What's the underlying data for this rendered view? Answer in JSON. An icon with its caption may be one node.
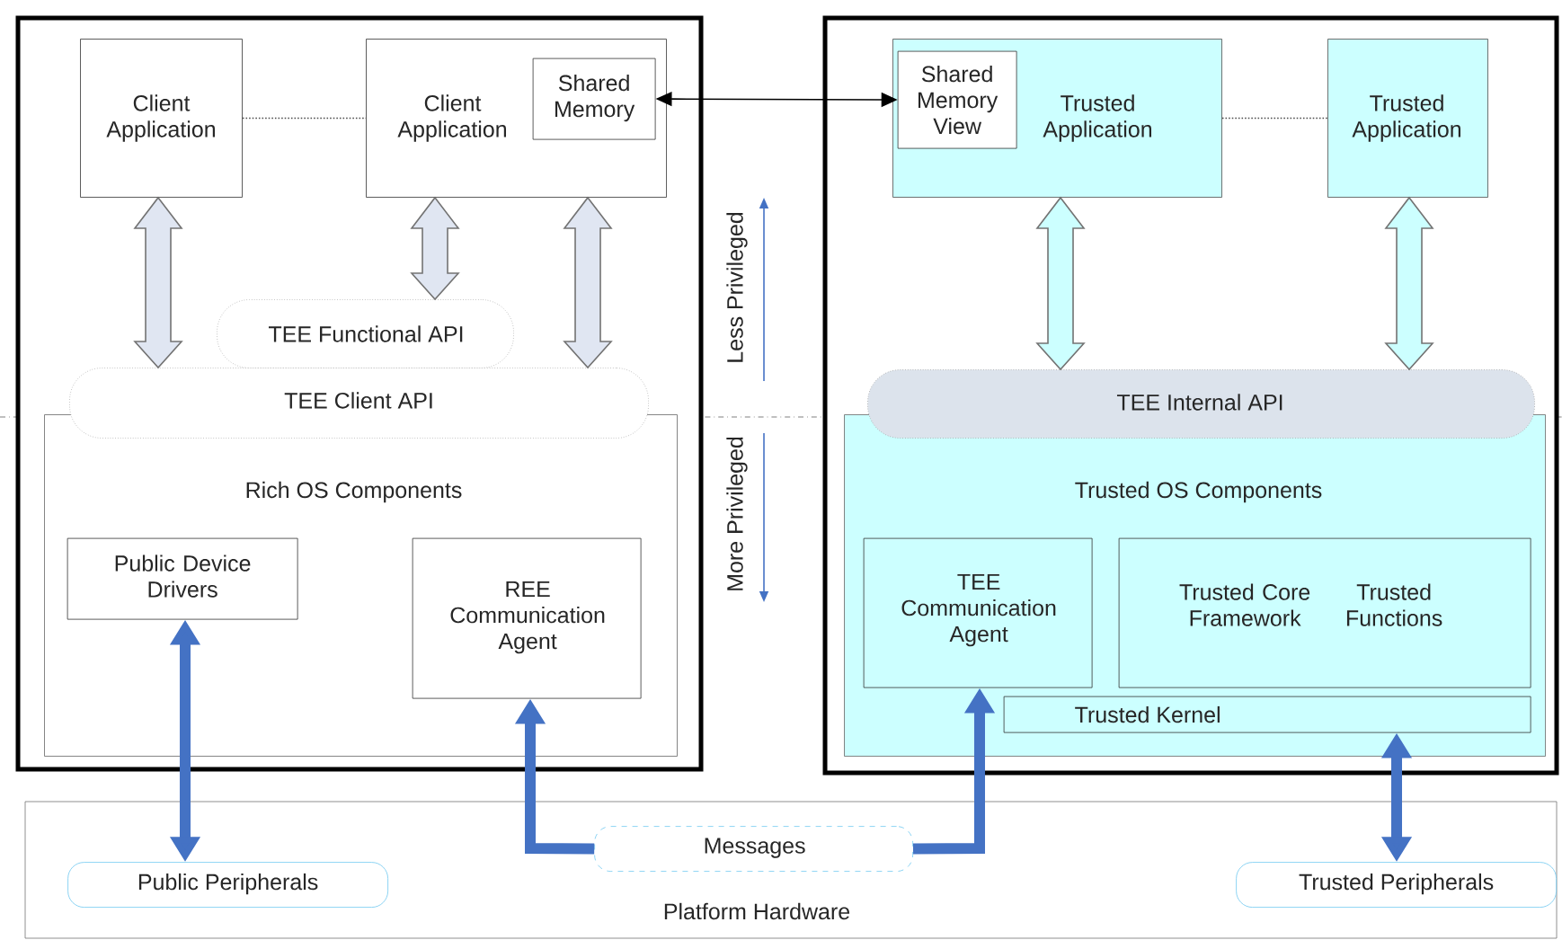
{
  "diagram": {
    "nodes": [
      {
        "text": [],
        "shape": "box"
      },
      {
        "text": [
          "Client Application"
        ],
        "in": 0
      },
      {
        "text": [
          "Client Application"
        ],
        "in": 0
      },
      {
        "text": [
          "Shared Memory"
        ],
        "in": 2
      },
      {
        "text": [
          "TEE Functional API"
        ],
        "in": 0
      },
      {
        "text": [
          "TEE Client API"
        ],
        "in": 0
      },
      {
        "text": [
          "Rich OS Components"
        ],
        "in": 0
      },
      {
        "text": [
          "Public Device Drivers"
        ],
        "in": 6
      },
      {
        "text": [
          "REE Communication Agent"
        ],
        "in": 6
      },
      {
        "text": [],
        "shape": "box"
      },
      {
        "text": [
          "Trusted Application"
        ],
        "in": 9
      },
      {
        "text": [
          "Shared Memory View"
        ],
        "in": 10
      },
      {
        "text": [
          "Trusted Application"
        ],
        "in": 9
      },
      {
        "text": [
          "TEE Internal API"
        ],
        "in": 9
      },
      {
        "text": [
          "Trusted OS Components"
        ],
        "in": 9
      },
      {
        "text": [
          "TEE Communication Agent"
        ],
        "in": 14
      },
      {
        "text": [
          "Trusted Core Framework",
          "Trusted Functions"
        ],
        "in": 14
      },
      {
        "text": [
          "Trusted Kernel"
        ],
        "in": 14
      },
      {
        "text": [
          "Platform Hardware"
        ]
      },
      {
        "text": [
          "Public Peripherals"
        ],
        "in": 18
      },
      {
        "text": [
          "Messages"
        ],
        "in": 18
      },
      {
        "text": [
          "Trusted Peripherals"
        ],
        "in": 18
      }
    ],
    "edges": [
      {
        "from": 1,
        "to": 2,
        "arrow": "none",
        "style": "dashed",
        "color": "#4c4c4c"
      },
      {
        "from": 3,
        "to": 11,
        "arrow": "both",
        "color": "#000000"
      },
      {
        "from": 10,
        "to": 12,
        "arrow": "none",
        "style": "dashed",
        "color": "#4c4c4c"
      },
      {
        "from": 1,
        "to": 5,
        "arrow": "both",
        "color": "#e0e6f2"
      },
      {
        "from": 2,
        "to": 4,
        "arrow": "both",
        "color": "#e0e6f2"
      },
      {
        "from": 2,
        "to": 5,
        "arrow": "both",
        "color": "#e0e6f2"
      },
      {
        "from": 10,
        "to": 13,
        "arrow": "both",
        "color": "#ccffff"
      },
      {
        "from": 12,
        "to": 13,
        "arrow": "both",
        "color": "#ccffff"
      },
      {
        "from": 7,
        "to": 19,
        "arrow": "both",
        "color": "#4472c4"
      },
      {
        "from": 20,
        "to": 8,
        "arrow": "to",
        "color": "#4472c4"
      },
      {
        "from": 20,
        "to": 15,
        "arrow": "to",
        "color": "#4472c4"
      },
      {
        "from": 17,
        "to": 21,
        "arrow": "both",
        "color": "#4472c4"
      }
    ],
    "labels": [
      "Less Privileged",
      "More Privileged"
    ]
  }
}
